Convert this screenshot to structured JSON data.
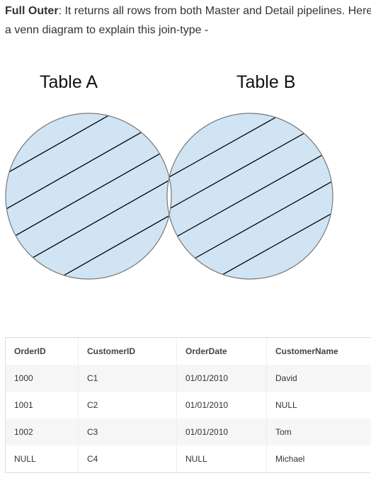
{
  "intro": {
    "term": "Full Outer",
    "line1": ": It returns all rows from both Master and Detail pipelines. Here is",
    "line2": "a venn diagram to explain this join-type -"
  },
  "venn": {
    "label_a": "Table A",
    "label_b": "Table B",
    "fill_color": "#d0e4f3",
    "outline_color": "#777777"
  },
  "table": {
    "headers": [
      "OrderID",
      "CustomerID",
      "OrderDate",
      "CustomerName"
    ],
    "rows": [
      [
        "1000",
        "C1",
        "01/01/2010",
        "David"
      ],
      [
        "1001",
        "C2",
        "01/01/2010",
        "NULL"
      ],
      [
        "1002",
        "C3",
        "01/01/2010",
        "Tom"
      ],
      [
        "NULL",
        "C4",
        "NULL",
        "Michael"
      ]
    ]
  }
}
